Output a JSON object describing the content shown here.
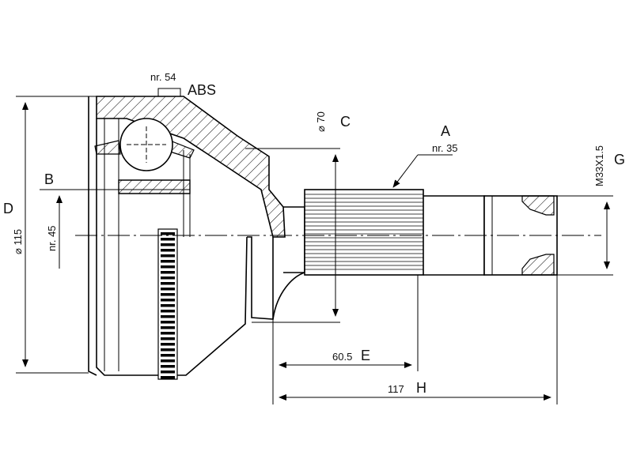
{
  "labels": {
    "abs": "ABS",
    "nr54": "nr. 54",
    "a": "A",
    "nr35": "nr. 35",
    "b": "B",
    "nr45": "nr. 45",
    "c": "C",
    "dia70": "⌀ 70",
    "d": "D",
    "dia115": "⌀ 115",
    "e": "E",
    "e_value": "60.5",
    "g": "G",
    "thread": "M33X1.5",
    "h": "H",
    "h_value": "117"
  }
}
